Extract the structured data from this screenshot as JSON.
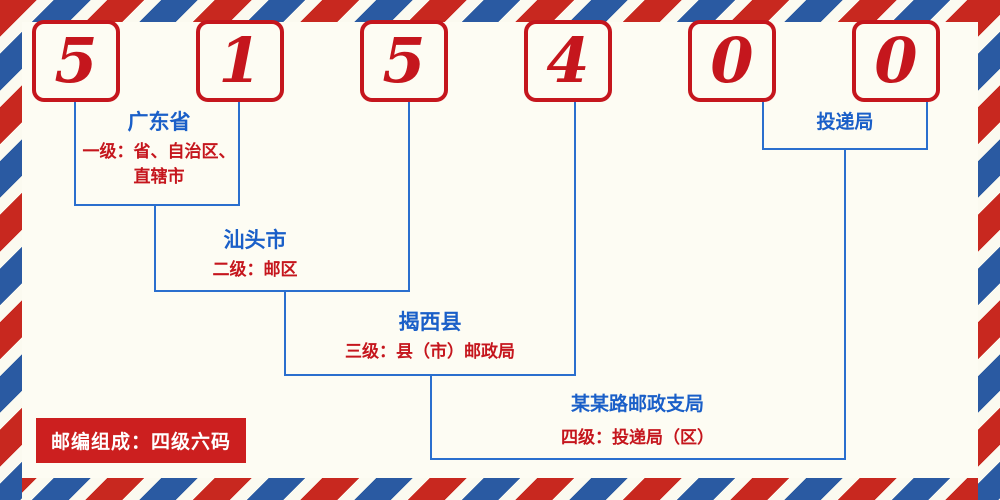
{
  "postal_code": {
    "digits": [
      "5",
      "1",
      "5",
      "4",
      "0",
      "0"
    ]
  },
  "labels": {
    "level1_name": "广东省",
    "level1_desc": "一级：省、自治区、直辖市",
    "level2_name": "汕头市",
    "level2_desc": "二级：邮区",
    "level3_name": "揭西县",
    "level3_desc": "三级：县（市）邮政局",
    "level4_name": "某某路邮政支局",
    "level4_desc": "四级：投递局（区）",
    "delivery_name": "投递局"
  },
  "footer": {
    "badge": "邮编组成：四级六码"
  },
  "colors": {
    "accent_red": "#c5161d",
    "accent_blue": "#1a5fc8",
    "line_blue": "#2a6fce",
    "stripe_red": "#c8281f",
    "stripe_blue": "#2a5aa2",
    "background": "#fdfcf3"
  }
}
